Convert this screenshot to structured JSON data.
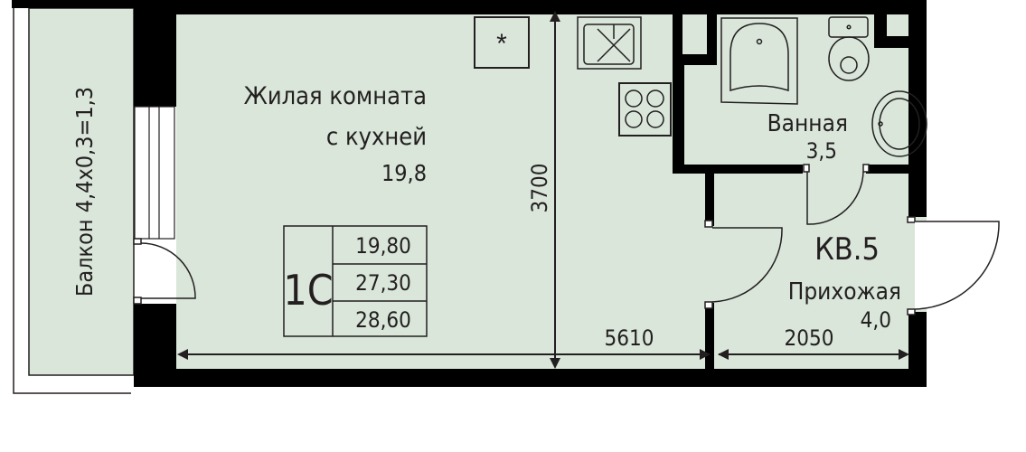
{
  "plan": {
    "apartment_label": "КВ.5",
    "type_code": "1С",
    "areas_table": [
      "19,80",
      "27,30",
      "28,60"
    ],
    "rooms": [
      {
        "name_line1": "Жилая комната",
        "name_line2": "с кухней",
        "area": "19,8"
      },
      {
        "name": "Ванная",
        "area": "3,5"
      },
      {
        "name": "Прихожая",
        "area": "4,0"
      }
    ],
    "balcony": "Балкон 4,4х0,3=1,3",
    "dimensions": {
      "height": "3700",
      "width_main": "5610",
      "width_hall": "2050"
    },
    "colors": {
      "floor": "#d9e6d9",
      "wall": "#000000",
      "line": "#231f20"
    }
  }
}
